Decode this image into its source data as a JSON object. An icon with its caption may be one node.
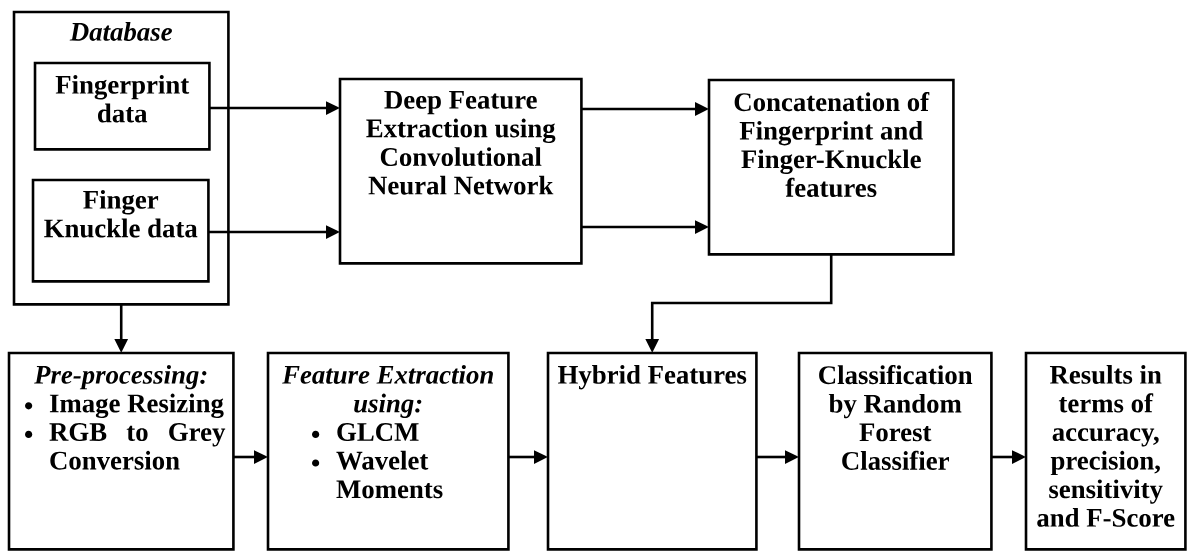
{
  "diagram": {
    "nodes": [
      {
        "text": [
          "Database"
        ]
      },
      {
        "text": [
          "Fingerprint data"
        ],
        "in": 0
      },
      {
        "text": [
          "Finger Knuckle data"
        ],
        "in": 0
      },
      {
        "text": [
          "Deep Feature Extraction using Convolutional Neural Network"
        ]
      },
      {
        "text": [
          "Concatenation of Fingerprint and Finger-Knuckle features"
        ]
      },
      {
        "text": [
          "Pre-processing:",
          "Image Resizing",
          "RGB to Grey Conversion"
        ]
      },
      {
        "text": [
          "Feature Extraction using:",
          "GLCM",
          "Wavelet Moments"
        ]
      },
      {
        "text": [
          "Hybrid Features"
        ]
      },
      {
        "text": [
          "Classification by Random Forest Classifier"
        ]
      },
      {
        "text": [
          "Results in terms of accuracy, precision, sensitivity and F-Score"
        ]
      }
    ],
    "edges": [
      {
        "from": 1,
        "to": 3,
        "arrow": "to"
      },
      {
        "from": 2,
        "to": 3,
        "arrow": "to"
      },
      {
        "from": 3,
        "to": 4,
        "arrow": "to"
      },
      {
        "from": 3,
        "to": 4,
        "arrow": "to"
      },
      {
        "from": 4,
        "to": 7,
        "arrow": "to"
      },
      {
        "from": 0,
        "to": 5,
        "arrow": "to"
      },
      {
        "from": 5,
        "to": 6,
        "arrow": "to"
      },
      {
        "from": 6,
        "to": 7,
        "arrow": "to"
      },
      {
        "from": 7,
        "to": 8,
        "arrow": "to"
      },
      {
        "from": 8,
        "to": 9,
        "arrow": "to"
      }
    ]
  }
}
